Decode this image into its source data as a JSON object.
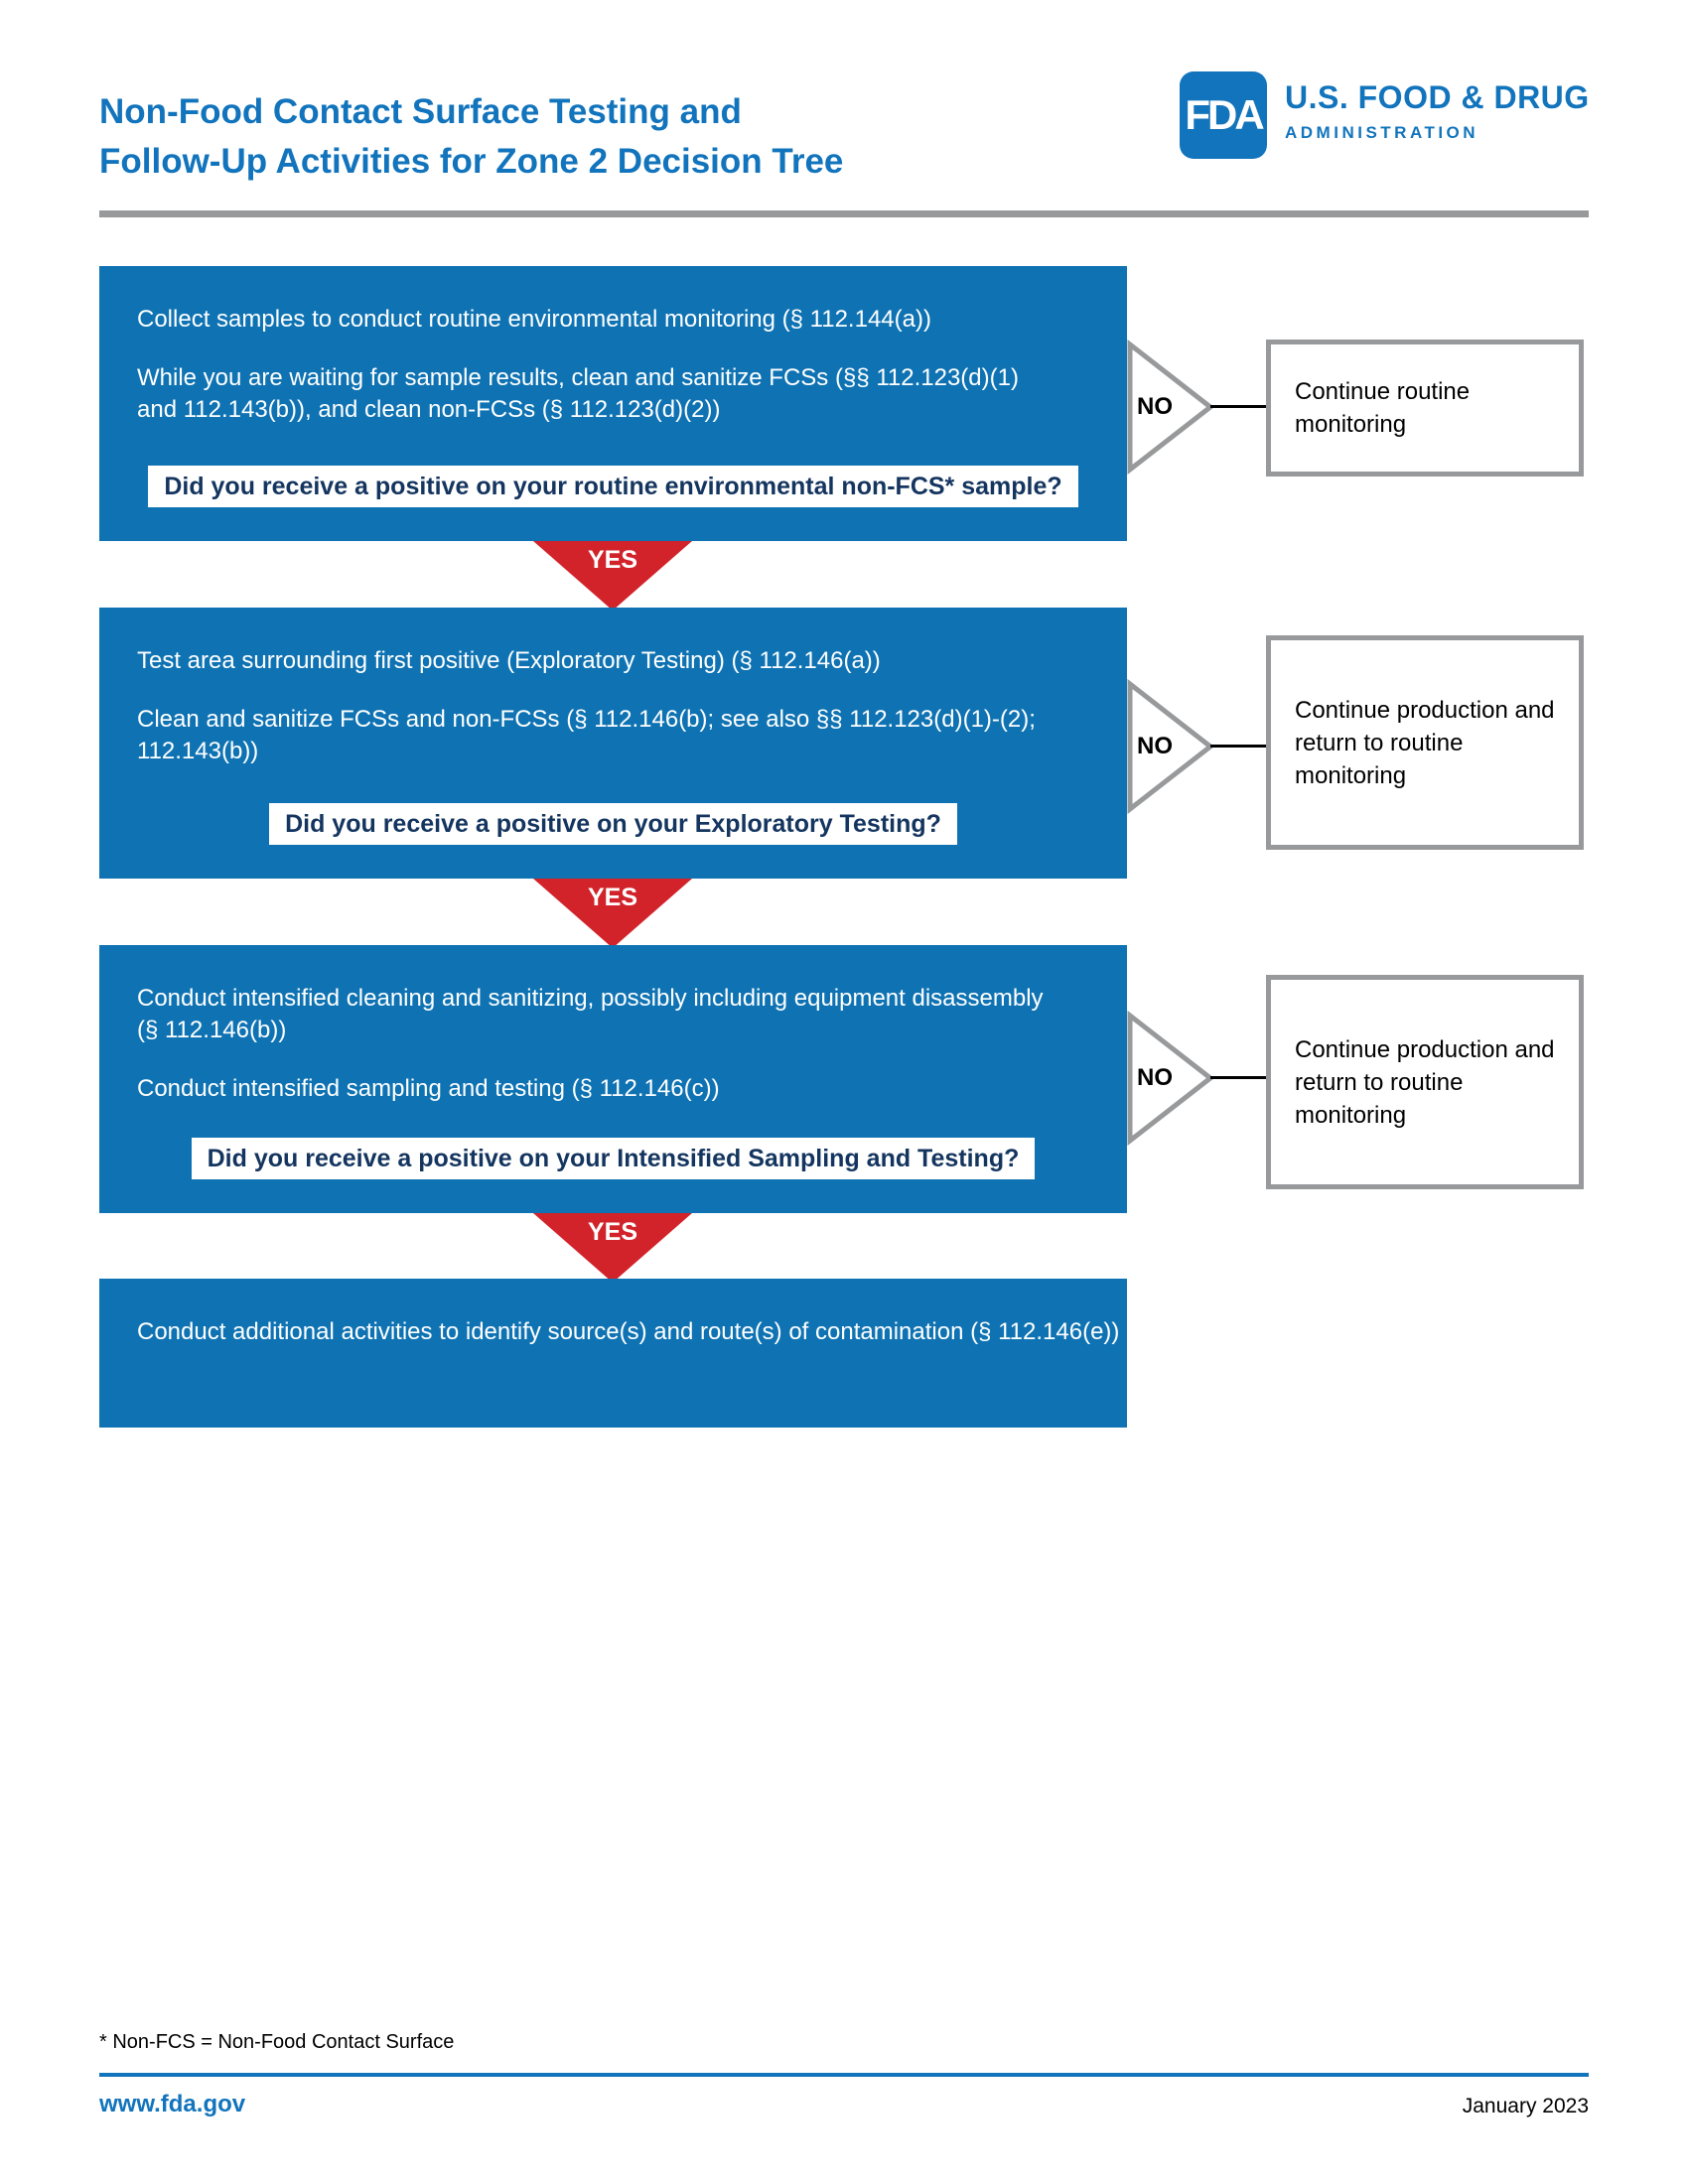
{
  "header": {
    "title_line1": "Non-Food Contact Surface Testing and",
    "title_line2": "Follow-Up Activities for Zone 2 Decision Tree",
    "logo": {
      "monogram": "FDA",
      "org_line1": "U.S. FOOD & DRUG",
      "org_line2": "ADMINISTRATION"
    }
  },
  "flow": {
    "steps": [
      {
        "p1": "Collect samples to conduct routine environmental monitoring (§ 112.144(a))",
        "p2": "While you are waiting for sample results, clean and sanitize FCSs (§§ 112.123(d)(1) and 112.143(b)), and clean non-FCSs (§ 112.123(d)(2))",
        "question": "Did you receive a positive on your routine environmental non-FCS* sample?",
        "no_label": "NO",
        "yes_label": "YES",
        "no_outcome": "Continue routine monitoring"
      },
      {
        "p1": "Test area surrounding first positive (Exploratory Testing) (§ 112.146(a))",
        "p2": "Clean and sanitize FCSs and non-FCSs (§ 112.146(b); see also §§ 112.123(d)(1)-(2); 112.143(b))",
        "question": "Did you receive a positive on your Exploratory Testing?",
        "no_label": "NO",
        "yes_label": "YES",
        "no_outcome": "Continue production and return to routine monitoring"
      },
      {
        "p1": "Conduct intensified cleaning and sanitizing, possibly including equipment disassembly (§ 112.146(b))",
        "p2": "Conduct intensified sampling and testing (§ 112.146(c))",
        "question": "Did you receive a positive on your Intensified Sampling and Testing?",
        "no_label": "NO",
        "yes_label": "YES",
        "no_outcome": "Continue production and return to routine monitoring"
      }
    ],
    "final_step": "Conduct additional activities to identify source(s) and route(s) of contamination (§ 112.146(e))"
  },
  "footer": {
    "footnote": "* Non-FCS = Non-Food Contact Surface",
    "website": "www.fda.gov",
    "date": "January 2023"
  },
  "colors": {
    "fda_blue": "#1274BC",
    "box_blue": "#0F73B3",
    "arrow_red": "#D2232A",
    "border_gray": "#97999B",
    "question_navy": "#14355F"
  }
}
